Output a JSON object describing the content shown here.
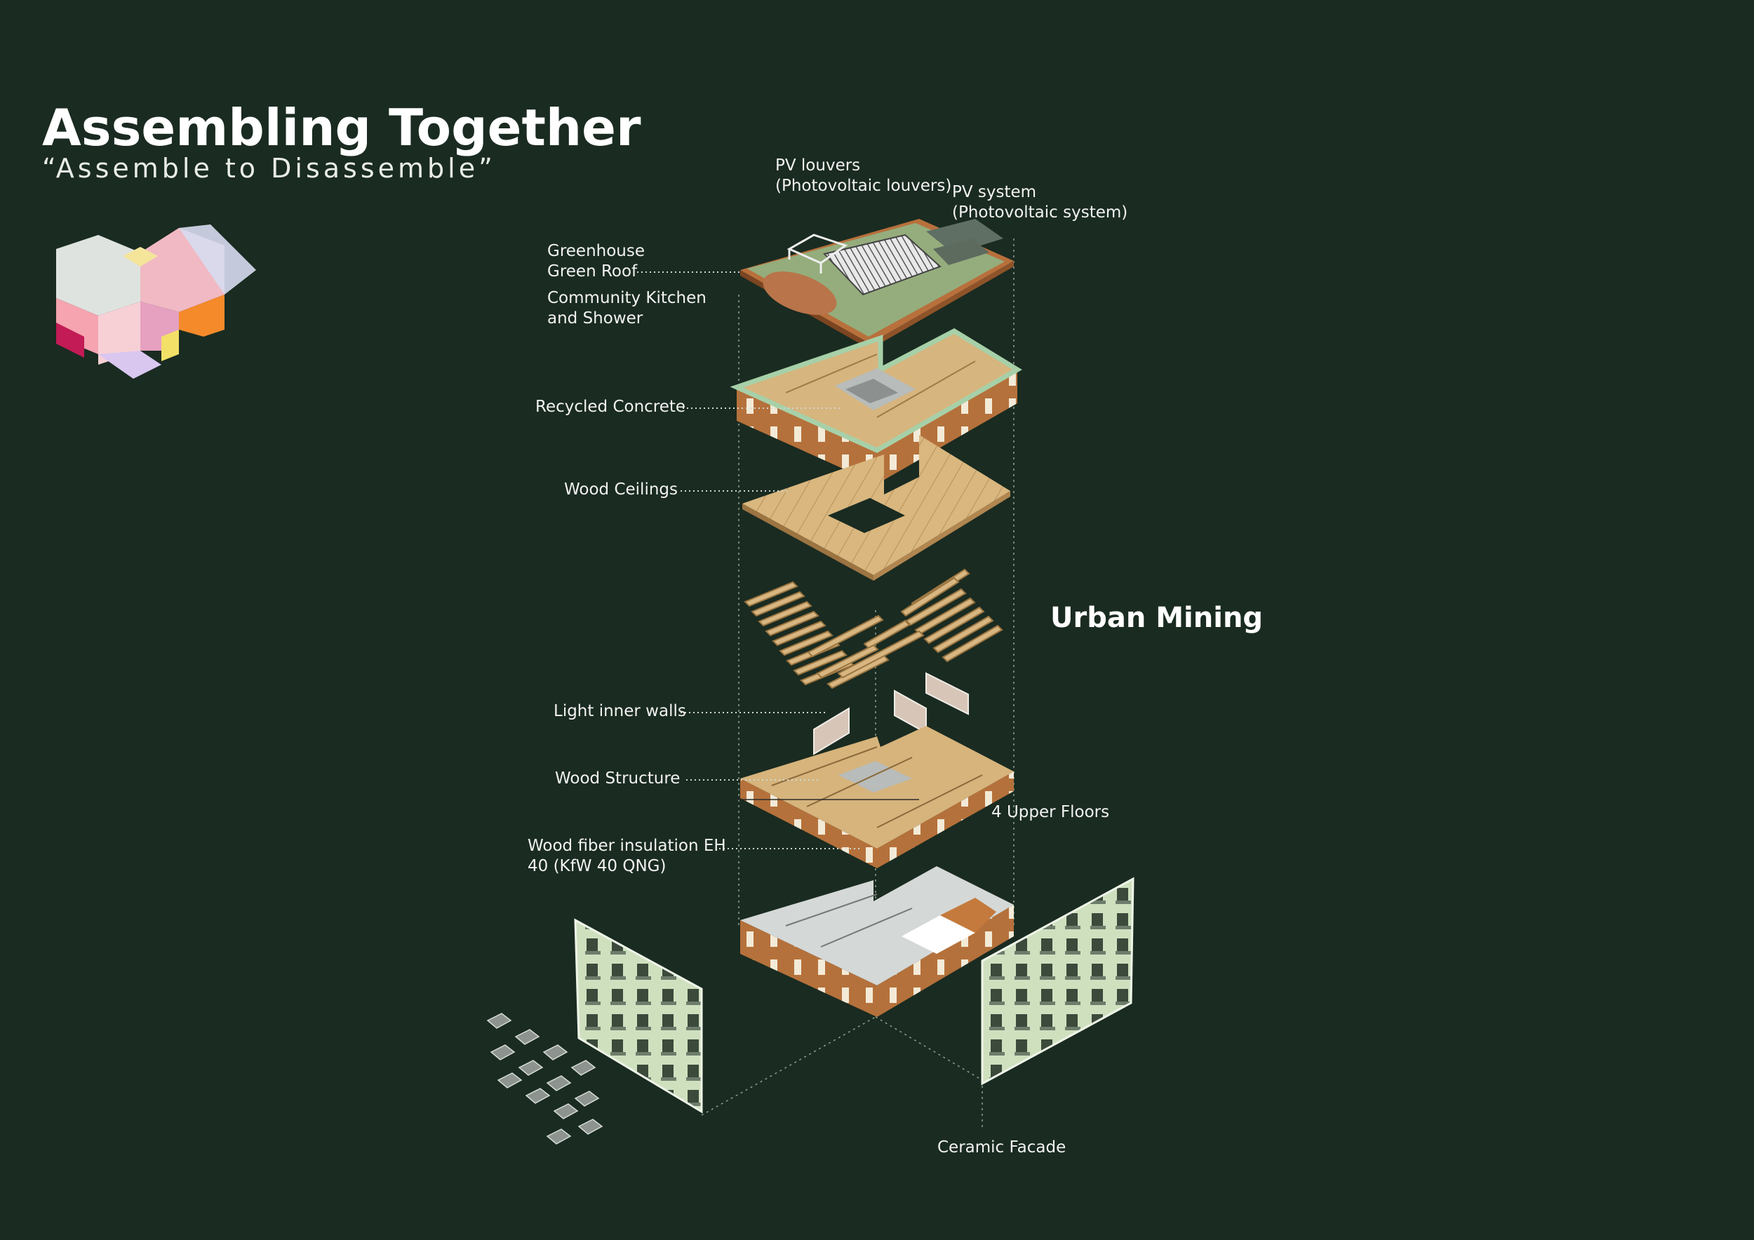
{
  "header": {
    "title": "Assembling Together",
    "subtitle": "“Assemble to Disassemble”"
  },
  "labels": {
    "pv_louvers_1": "PV louvers",
    "pv_louvers_2": "(Photovoltaic louvers)",
    "pv_system_1": "PV system",
    "pv_system_2": "(Photovoltaic system)",
    "greenhouse": "Greenhouse",
    "green_roof": "Green Roof",
    "community_kitchen_1": "Community Kitchen",
    "community_kitchen_2": "and Shower",
    "recycled_concrete": "Recycled Concrete",
    "wood_ceilings": "Wood Ceilings",
    "urban_mining": "Urban Mining",
    "light_inner_walls": "Light inner walls",
    "wood_structure": "Wood Structure",
    "upper_floors": "4 Upper Floors",
    "insulation_1": "Wood fiber insulation EH",
    "insulation_2": "40 (KfW 40 QNG)",
    "ceramic_facade": "Ceramic Facade"
  },
  "colors": {
    "background": "#1a2b21",
    "wood": "#d7b47c",
    "wood_dark": "#a8743e",
    "brick": "#b06a35",
    "roof_green": "#8ea77a",
    "facade_green": "#c9dcb9",
    "leader_line": "#cfd6cf"
  }
}
